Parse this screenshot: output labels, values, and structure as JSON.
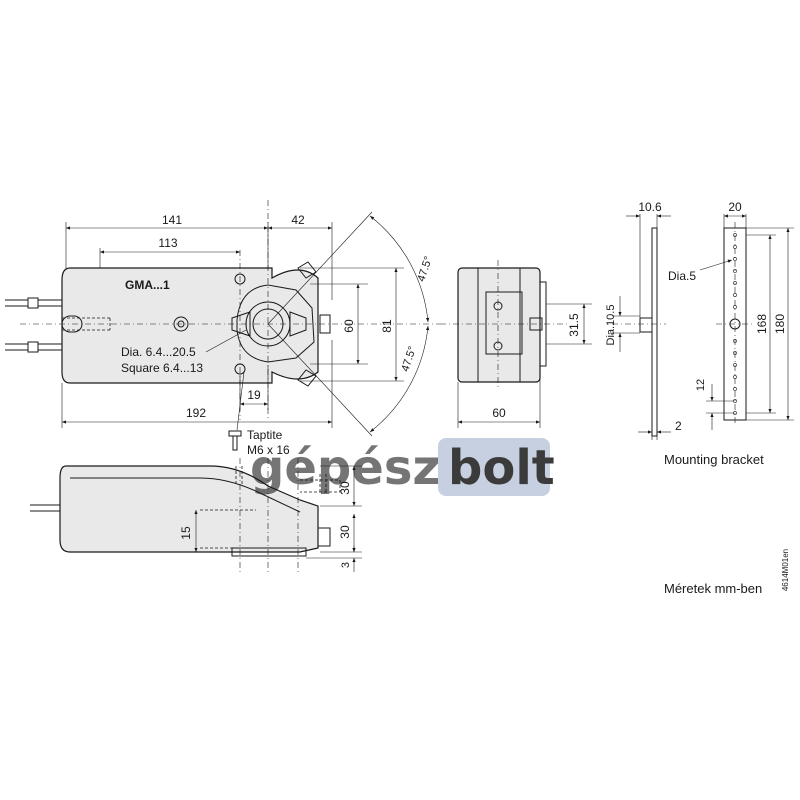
{
  "front_view": {
    "dim_141": "141",
    "dim_42": "42",
    "dim_113": "113",
    "model_label": "GMA...1",
    "dim_60": "60",
    "dim_81": "81",
    "angle_top": "47.5°",
    "angle_bottom": "47.5°",
    "shaft_dia": "Dia. 6.4...20.5",
    "shaft_square": "Square 6.4...13",
    "dim_19": "19",
    "dim_192": "192",
    "screw_label_1": "Taptite",
    "screw_label_2": "M6 x 16"
  },
  "side_view": {
    "dim_31_5": "31.5",
    "dim_60": "60"
  },
  "bottom_view": {
    "dim_30_top": "30",
    "dim_30_bottom": "30",
    "dim_15": "15",
    "dim_3": "3"
  },
  "bracket": {
    "dim_10_6": "10.6",
    "dim_dia_10_5": "Dia.10.5",
    "dim_2": "2",
    "dim_20": "20",
    "hole_label": "Dia.5",
    "dim_168": "168",
    "dim_180": "180",
    "dim_12": "12",
    "caption": "Mounting bracket"
  },
  "watermark": {
    "part1": "gépész",
    "part2": "bolt"
  },
  "drawing_code": "4614M01en",
  "units_note": "Méretek mm-ben",
  "colors": {
    "line": "#1a1a1a",
    "body_fill": "#e9e9e9",
    "watermark_grey": "#b5b8bc",
    "watermark_blue": "#a6b6cf"
  }
}
